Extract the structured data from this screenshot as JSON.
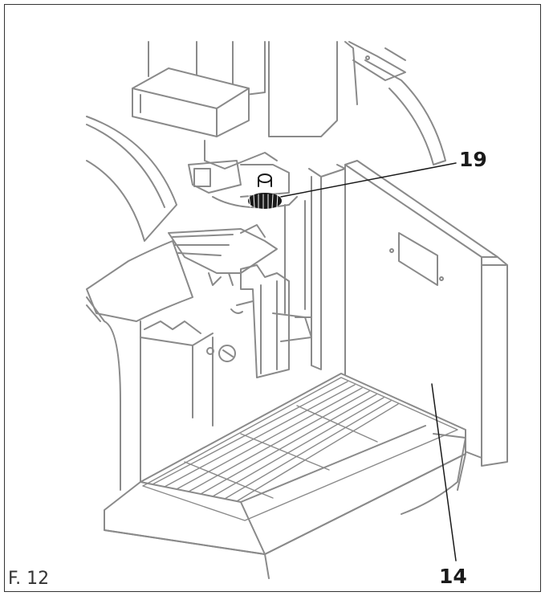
{
  "figure": {
    "label": "F. 12",
    "callouts": [
      {
        "id": "19"
      },
      {
        "id": "14"
      }
    ]
  },
  "colors": {
    "line": "#8a8a8a",
    "dark": "#1a1a1a",
    "frame": "#333333"
  }
}
